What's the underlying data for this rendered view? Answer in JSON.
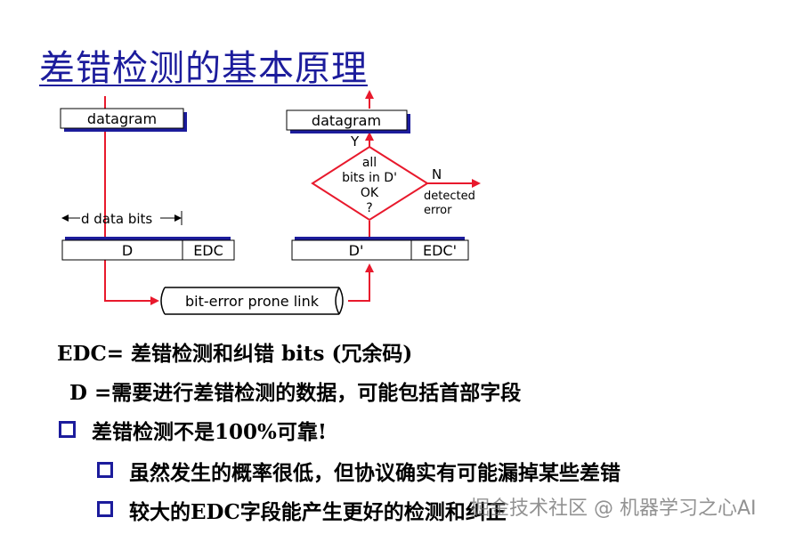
{
  "title": "差错检测的基本原理",
  "diagram": {
    "sender_datagram": "datagram",
    "receiver_datagram": "datagram",
    "d_data_bits": "d data bits",
    "frame_d": "D",
    "frame_edc": "EDC",
    "frame_d_prime": "D'",
    "frame_edc_prime": "EDC'",
    "link": "bit-error prone link",
    "decision_lines": [
      "all",
      "bits in D'",
      "OK",
      "?"
    ],
    "yes": "Y",
    "no": "N",
    "detected_error_lines": [
      "detected",
      "error"
    ]
  },
  "text": {
    "edc_def": "EDC= 差错检测和纠错 bits (冗余码)",
    "d_def": "D =需要进行差错检测的数据，可能包括首部字段",
    "bullet1": "差错检测不是100%可靠!",
    "sub1": "虽然发生的概率很低，但协议确实有可能漏掉某些差错",
    "sub2": "较大的EDC字段能产生更好的检测和纠正"
  },
  "watermark": "掘金技术社区 @ 机器学习之心AI",
  "colors": {
    "title": "#1c1c9c",
    "bullet": "#1c1c9c",
    "arrow": "#e8192c",
    "box_shadow": "#1c1c9c"
  }
}
